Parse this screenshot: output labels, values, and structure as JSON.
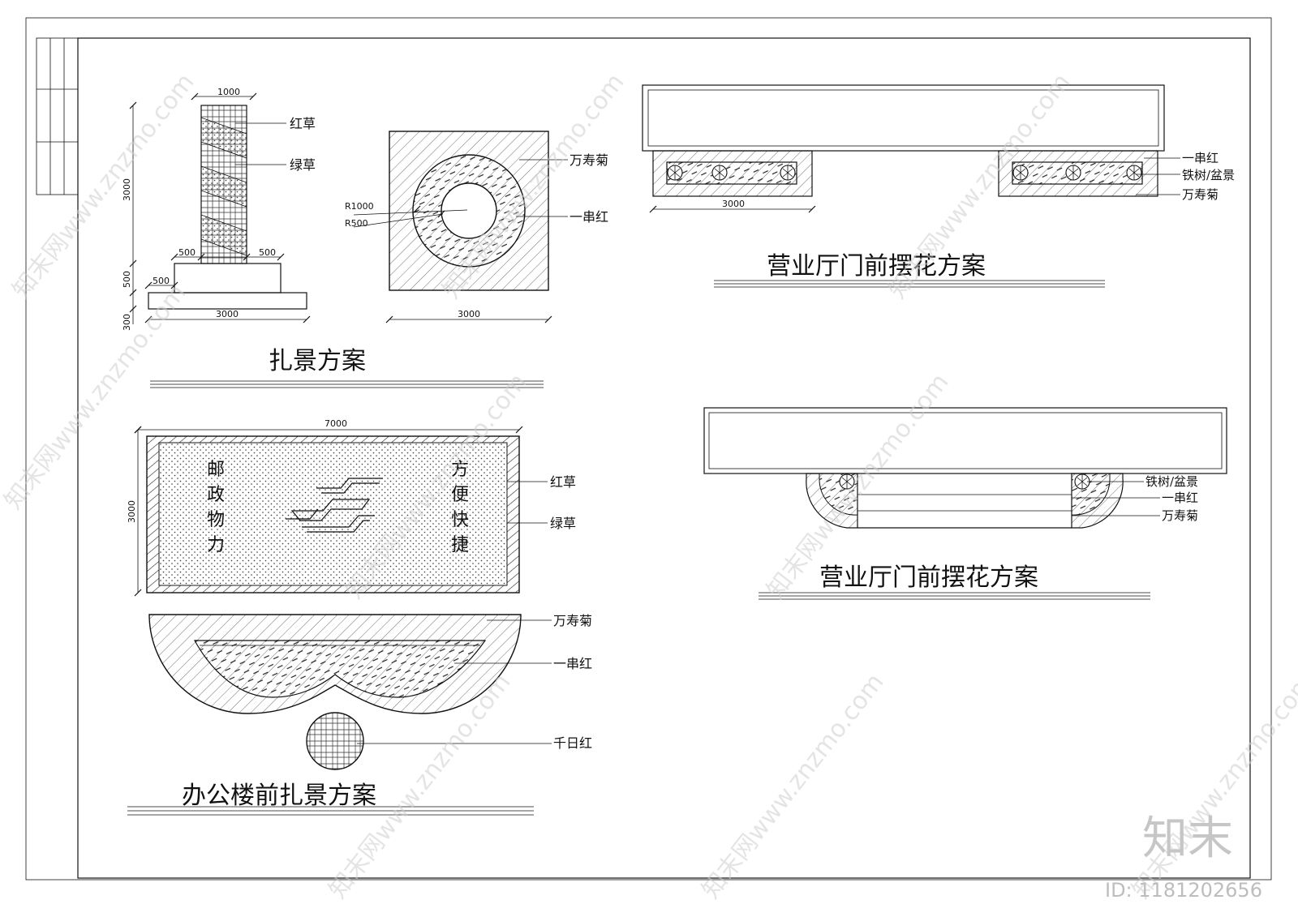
{
  "titles": {
    "zhajing": "扎景方案",
    "yyt1": "营业厅门前摆花方案",
    "yyt2": "营业厅门前摆花方案",
    "bgl": "办公楼前扎景方案"
  },
  "labels": {
    "hongcao": "红草",
    "lvcao": "绿草",
    "wanshouju": "万寿菊",
    "yichuanhong": "一串红",
    "tieshu": "铁树/盆景",
    "qianrihong": "千日红"
  },
  "slogans": {
    "left": [
      "邮",
      "政",
      "物",
      "力"
    ],
    "right": [
      "方",
      "便",
      "快",
      "捷"
    ]
  },
  "dims": {
    "d1000": "1000",
    "d3000": "3000",
    "d500": "500",
    "d300": "300",
    "d7000": "7000",
    "r1000": "R1000",
    "r500": "R500"
  },
  "brand": {
    "logo": "知末",
    "id": "ID: 1181202656",
    "watermark": "知末网www.znzmo.com"
  }
}
